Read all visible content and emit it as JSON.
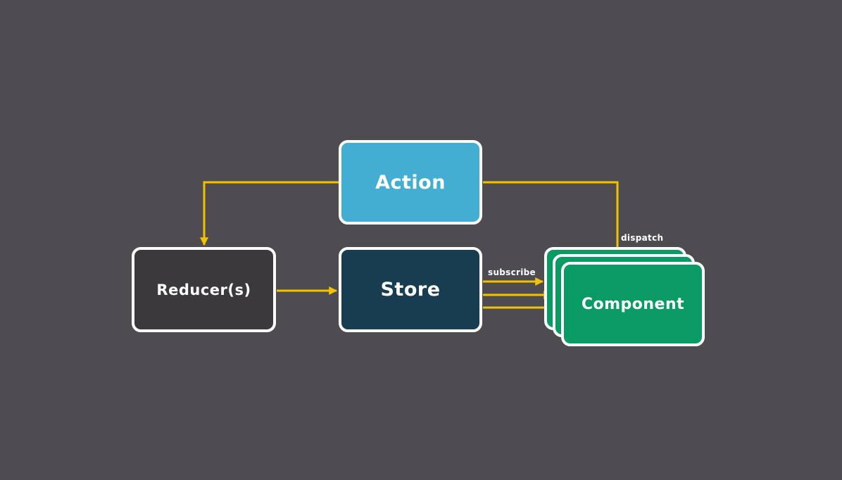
{
  "nodes": {
    "action": {
      "label": "Action",
      "color": "#44aed2"
    },
    "reducer": {
      "label": "Reducer(s)",
      "color": "#3b393c"
    },
    "store": {
      "label": "Store",
      "color": "#183c50"
    },
    "component": {
      "label": "Component",
      "color": "#0a9a63"
    }
  },
  "edges": {
    "subscribe": "subscribe",
    "dispatch": "dispatch"
  },
  "colors": {
    "background": "#4e4c51",
    "connector": "#f2c200",
    "border": "#ffffff"
  }
}
